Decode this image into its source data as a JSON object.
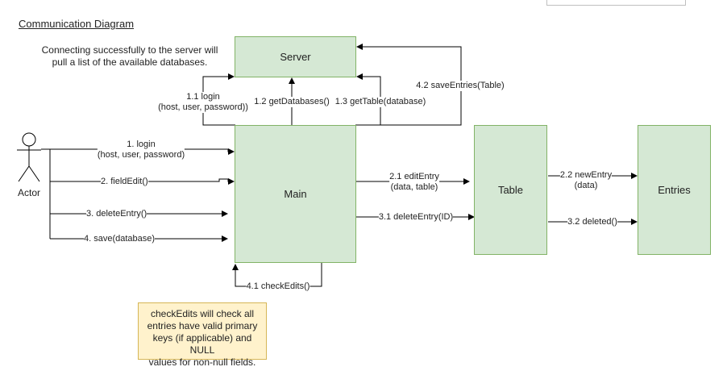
{
  "diagram": {
    "title": "Communication Diagram",
    "server_note": {
      "line1": "Connecting successfully to the server will",
      "line2": "pull a list of the available databases."
    },
    "check_note": {
      "line1": "checkEdits will check all",
      "line2": "entries have valid primary",
      "line3": "keys (if applicable) and NULL",
      "line4": "values for non-null fields."
    },
    "actor": "Actor",
    "boxes": {
      "server": "Server",
      "main": "Main",
      "table": "Table",
      "entries": "Entries"
    },
    "messages": {
      "m1_line1": "1. login",
      "m1_line2": "(host, user, password)",
      "m2": "2. fieldEdit()",
      "m3": "3. deleteEntry()",
      "m4": "4. save(database)",
      "m11_line1": "1.1 login",
      "m11_line2": "(host, user, password))",
      "m12": "1.2 getDatabases()",
      "m13": "1.3 getTable(database)",
      "m42": "4.2 saveEntries(Table)",
      "m21_line1": "2.1 editEntry",
      "m21_line2": "(data, table)",
      "m31": "3.1 deleteEntry(ID)",
      "m22_line1": "2.2 newEntry",
      "m22_line2": "(data)",
      "m32": "3.2 deleted()",
      "m41": "4.1 checkEdits()"
    },
    "colors": {
      "box_fill": "#d5e8d4",
      "box_stroke": "#82b366",
      "note_fill": "#fff2cc",
      "note_stroke": "#d6b656"
    }
  }
}
